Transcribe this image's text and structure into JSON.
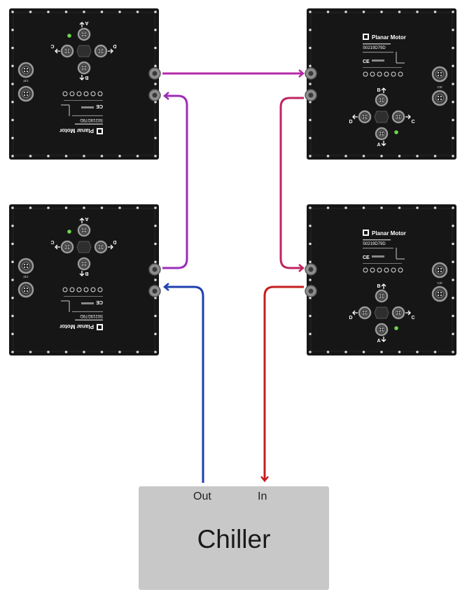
{
  "modules": [
    {
      "id": "top-left",
      "brand": "Planar Motor",
      "serial": "S0219D79D",
      "orientation": "rotated",
      "ports": [
        "A",
        "B",
        "C",
        "D"
      ],
      "connector_label": "Ctrl"
    },
    {
      "id": "top-right",
      "brand": "Planar Motor",
      "serial": "S0219D79D",
      "orientation": "upright",
      "ports": [
        "A",
        "B",
        "C",
        "D"
      ],
      "connector_label": "Ctrl"
    },
    {
      "id": "bottom-left",
      "brand": "Planar Motor",
      "serial": "S0219D79D",
      "orientation": "rotated",
      "ports": [
        "A",
        "B",
        "C",
        "D"
      ],
      "connector_label": "Ctrl"
    },
    {
      "id": "bottom-right",
      "brand": "Planar Motor",
      "serial": "S0219D79D",
      "orientation": "upright",
      "ports": [
        "A",
        "B",
        "C",
        "D"
      ],
      "connector_label": "Ctrl"
    }
  ],
  "chiller": {
    "name": "Chiller",
    "out_label": "Out",
    "in_label": "In"
  },
  "connections": [
    {
      "from": "chiller-out",
      "to": "bottom-left-inlet",
      "color": "#1f3fb0"
    },
    {
      "from": "bottom-left-outlet",
      "to": "top-left-inlet",
      "color": "#9c2cb8"
    },
    {
      "from": "top-left-outlet",
      "to": "top-right-inlet",
      "color": "#b62aa6"
    },
    {
      "from": "top-right-outlet",
      "to": "bottom-right-inlet",
      "color": "#c02460"
    },
    {
      "from": "bottom-right-outlet",
      "to": "chiller-in",
      "color": "#c41e1e"
    }
  ],
  "colors": {
    "module_body": "#161616",
    "led": "#6bd94a",
    "connector": "#9a9a9a",
    "chiller_body": "#c8c8c8"
  }
}
